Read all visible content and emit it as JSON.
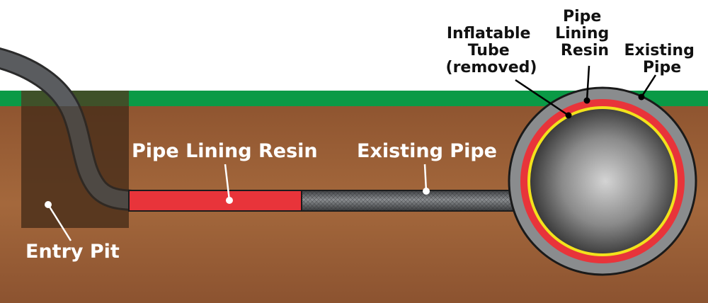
{
  "labels": {
    "entry_pit": "Entry Pit",
    "pipe_lining_resin": "Pipe Lining Resin",
    "existing_pipe": "Existing Pipe",
    "inflatable_tube": [
      "Inflatable",
      "Tube",
      "(removed)"
    ],
    "cross_section_resin": [
      "Pipe",
      "Lining",
      "Resin"
    ],
    "cross_section_pipe": [
      "Existing",
      "Pipe"
    ]
  },
  "colors": {
    "sky": "#ffffff",
    "grass": "#0a9a46",
    "soil": "#9a5e34",
    "entry_pit": "#55341e",
    "resin": "#e8343a",
    "existing_pipe": "#8a8c8e",
    "inflatable_tube_edge": "#f2e21c",
    "inflatable_tube": "#9a9a9a",
    "hose": "#55575a"
  }
}
